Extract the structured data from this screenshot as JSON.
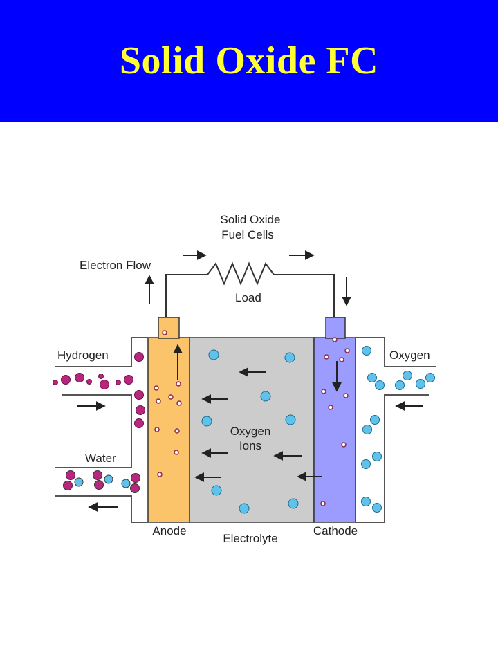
{
  "slide": {
    "title": "Solid Oxide FC"
  },
  "diagram": {
    "labels": {
      "header_line1": "Solid Oxide",
      "header_line2": "Fuel Cells",
      "electron_flow": "Electron Flow",
      "load": "Load",
      "hydrogen": "Hydrogen",
      "oxygen": "Oxygen",
      "water": "Water",
      "oxygen_ions_line1": "Oxygen",
      "oxygen_ions_line2": "Ions",
      "anode": "Anode",
      "electrolyte": "Electrolyte",
      "cathode": "Cathode"
    },
    "colors": {
      "anode": "#fcc46a",
      "electrolyte": "#cccccc",
      "cathode": "#9c9cff",
      "hydrogen_molecule": "#b8267e",
      "oxygen_molecule": "#5ec2ea",
      "outline": "#333333"
    }
  }
}
